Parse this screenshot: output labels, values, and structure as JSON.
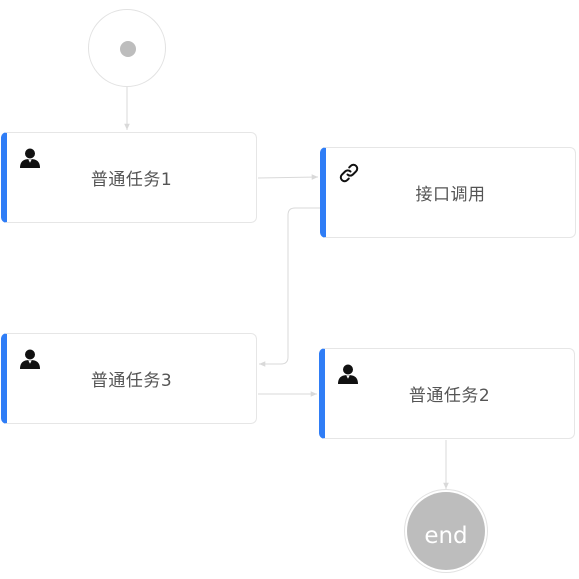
{
  "start": {},
  "end": {
    "label": "end"
  },
  "nodes": {
    "task1": {
      "label": "普通任务1",
      "icon": "user-icon"
    },
    "api": {
      "label": "接口调用",
      "icon": "link-icon"
    },
    "task3": {
      "label": "普通任务3",
      "icon": "user-icon"
    },
    "task2": {
      "label": "普通任务2",
      "icon": "user-icon"
    }
  },
  "colors": {
    "accent": "#2f7df6",
    "node_border": "#e6e6e6",
    "edge": "#d9d9d9",
    "start_end_fill": "#bdbdbd",
    "label_text": "#555555"
  }
}
